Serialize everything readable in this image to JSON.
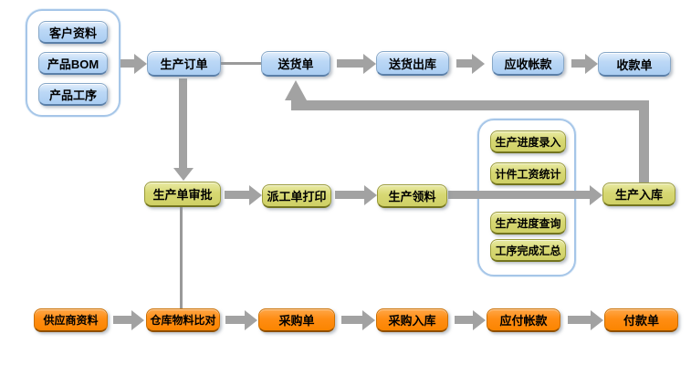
{
  "diagram": {
    "title_hint": "ERP production / sales / purchase flowchart",
    "nodes": {
      "customer_data": "客户资料",
      "product_bom": "产品BOM",
      "product_process": "产品工序",
      "production_order": "生产订单",
      "delivery_note": "送货单",
      "delivery_outbound": "送货出库",
      "accounts_receivable": "应收帐款",
      "receipt_note": "收款单",
      "production_order_approval": "生产单审批",
      "work_dispatch_print": "派工单打印",
      "production_material_requisition": "生产领料",
      "production_progress_entry": "生产进度录入",
      "piecework_wage_statistics": "计件工资统计",
      "production_progress_query": "生产进度查询",
      "process_completion_summary": "工序完成汇总",
      "production_inbound": "生产入库",
      "supplier_data": "供应商资料",
      "warehouse_material_comparison": "仓库物料比对",
      "purchase_order": "采购单",
      "purchase_inbound": "采购入库",
      "accounts_payable": "应付帐款",
      "payment_note": "付款单"
    },
    "edges": [
      {
        "from": "customer_data/product_bom/product_process",
        "to": "production_order",
        "style": "thick-arrow"
      },
      {
        "from": "production_order",
        "to": "delivery_note",
        "style": "thin-line"
      },
      {
        "from": "delivery_note",
        "to": "delivery_outbound",
        "style": "thick-arrow"
      },
      {
        "from": "delivery_outbound",
        "to": "accounts_receivable",
        "style": "thick-arrow"
      },
      {
        "from": "accounts_receivable",
        "to": "receipt_note",
        "style": "thick-arrow"
      },
      {
        "from": "production_order",
        "to": "production_order_approval",
        "style": "thick-arrow"
      },
      {
        "from": "production_order_approval",
        "to": "work_dispatch_print",
        "style": "thick-arrow"
      },
      {
        "from": "work_dispatch_print",
        "to": "production_material_requisition",
        "style": "thick-arrow"
      },
      {
        "from": "production_material_requisition",
        "to": "production_inbound",
        "style": "thick-arrow"
      },
      {
        "from": "production_inbound",
        "to": "delivery_note",
        "style": "thick-arrow-elbow"
      },
      {
        "from": "production_order_approval",
        "to": "warehouse_material_comparison",
        "style": "thin-line"
      },
      {
        "from": "supplier_data",
        "to": "warehouse_material_comparison",
        "style": "thick-arrow"
      },
      {
        "from": "warehouse_material_comparison",
        "to": "purchase_order",
        "style": "thick-arrow"
      },
      {
        "from": "purchase_order",
        "to": "purchase_inbound",
        "style": "thick-arrow"
      },
      {
        "from": "purchase_inbound",
        "to": "accounts_payable",
        "style": "thick-arrow"
      },
      {
        "from": "accounts_payable",
        "to": "payment_note",
        "style": "thick-arrow"
      }
    ],
    "colors": {
      "sales_flow_fill": "#b6d4f4",
      "production_flow_fill": "#d7d873",
      "purchase_flow_fill": "#ff8d14",
      "arrow_gray": "#a2a2a2",
      "group_border": "#a6c6e8",
      "text": "#000000",
      "background": "#ffffff"
    }
  }
}
